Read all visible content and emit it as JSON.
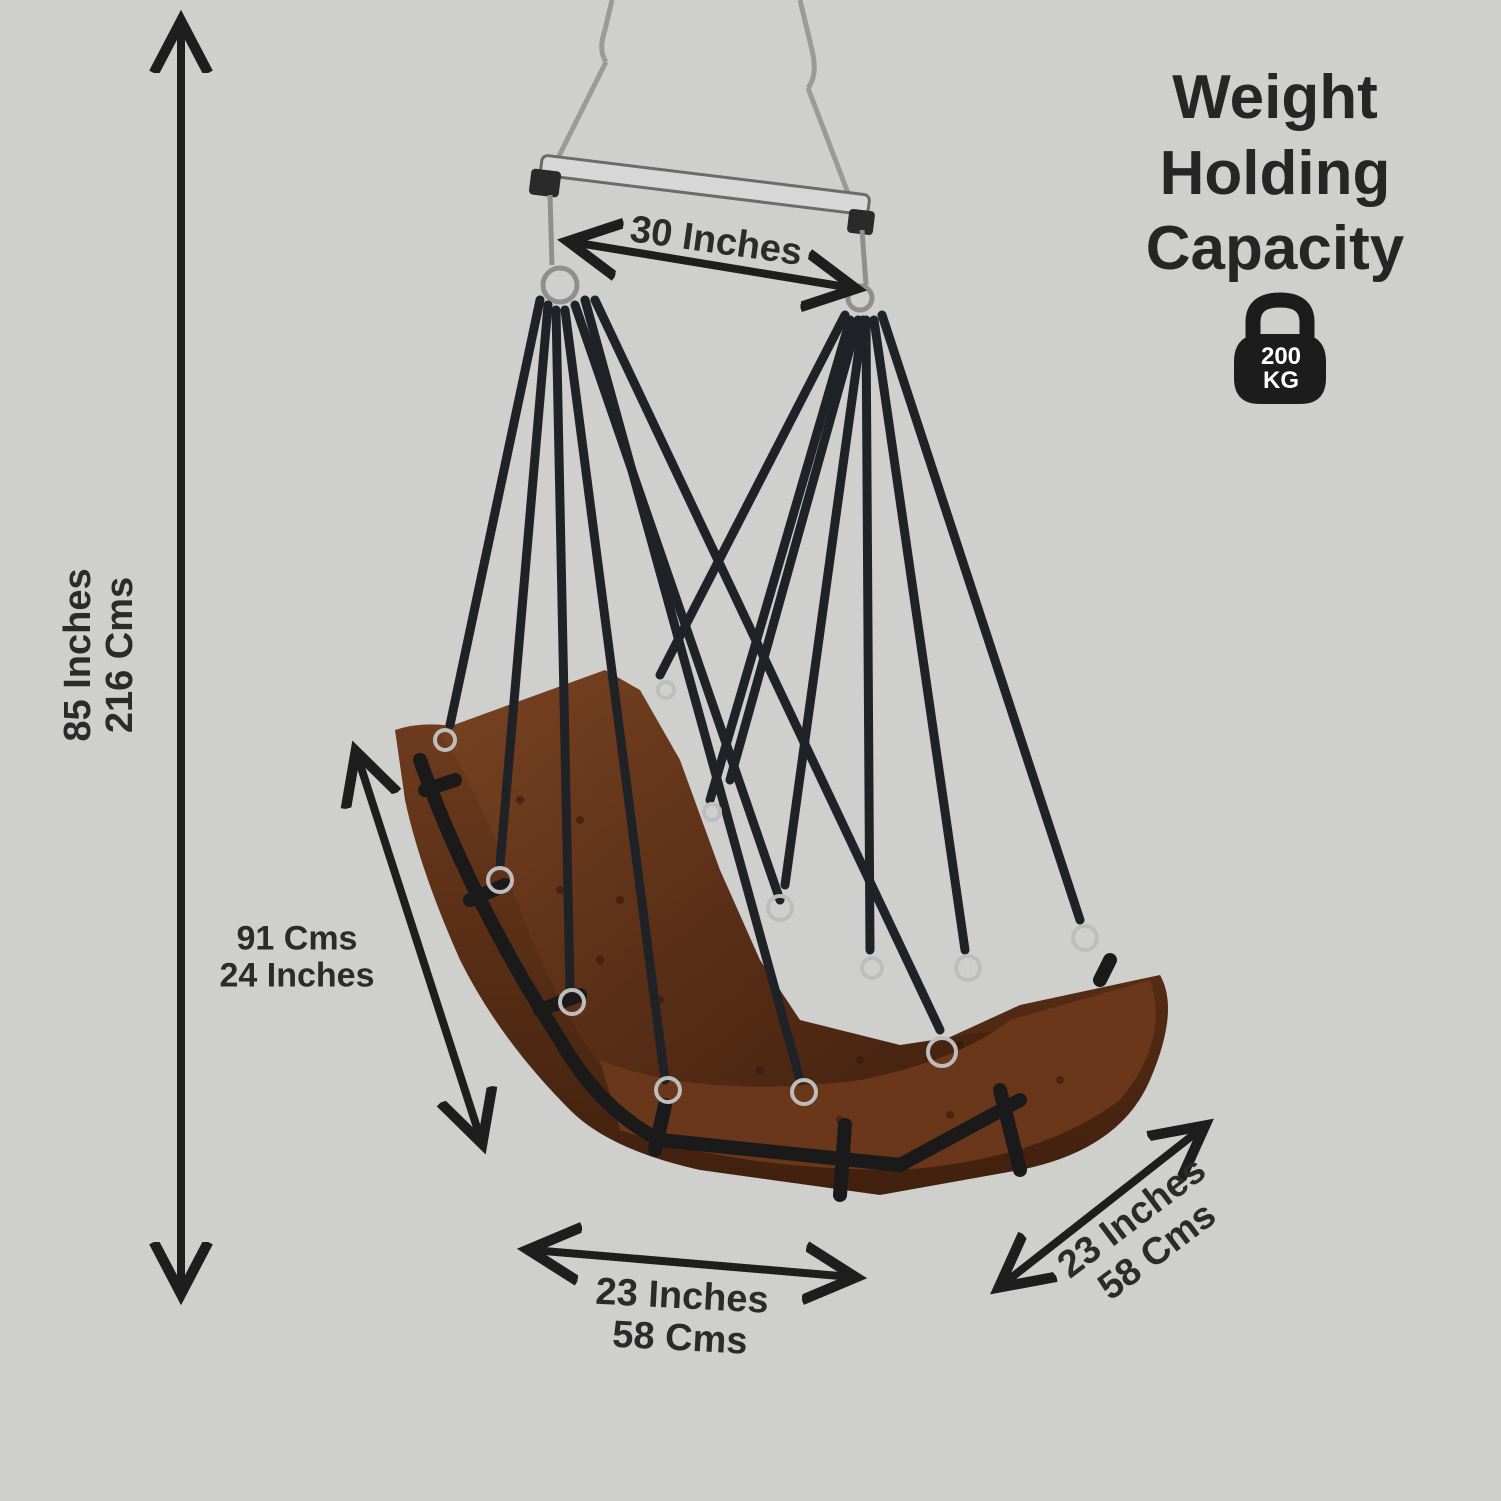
{
  "capacity": {
    "line1": "Weight",
    "line2": "Holding",
    "line3": "Capacity",
    "weight_value": "200",
    "weight_unit": "KG",
    "icon": "kettlebell-icon"
  },
  "dimensions": {
    "height": {
      "inches": "85 Inches",
      "cms": "216 Cms"
    },
    "rod_width": {
      "inches": "30 Inches"
    },
    "back_length": {
      "cms": "91 Cms",
      "inches": "24 Inches"
    },
    "seat_width": {
      "inches": "23 Inches",
      "cms": "58 Cms"
    },
    "seat_depth": {
      "inches": "23 Inches",
      "cms": "58 Cms"
    }
  },
  "colors": {
    "background": "#cfcfcd",
    "text": "#2b2b2b",
    "cushion": "#5a2f17",
    "rope": "#1f2226",
    "strap": "#1a1a1a"
  }
}
